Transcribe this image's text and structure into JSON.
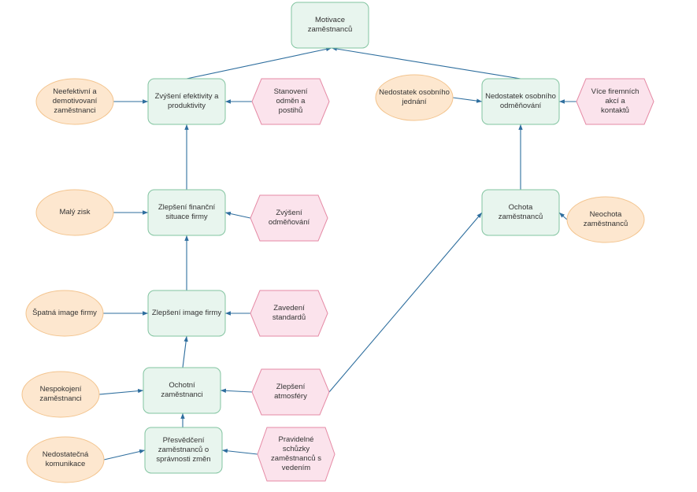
{
  "colors": {
    "goal_fill": "#e8f5ee",
    "goal_stroke": "#82c4a0",
    "cause_fill": "#fde7cf",
    "cause_stroke": "#f3c48e",
    "measure_fill": "#fbe3ec",
    "measure_stroke": "#e58aa5",
    "edge": "#2e6e9e"
  },
  "nodes": {
    "motivace": "Motivace\nzaměstnanců",
    "zvyseni_efektivity": "Zvýšení efektivity a\nproduktivity",
    "neefektivni": "Neefektivní a\ndemotivovaní\nzaměstnanci",
    "stanoveni_odmen": "Stanovení odměn a\npostihů",
    "nedostatek_jednani": "Nedostatek osobního\njednání",
    "nedostatek_odmenovani": "Nedostatek osobního\nodměňování",
    "vice_akci": "Více firemních akcí a\nkontaktů",
    "maly_zisk": "Malý zisk",
    "zlepseni_financni": "Zlepšení finanční\nsituace firmy",
    "zvyseni_odmenovani": "Zvýšení odměňování",
    "ochota": "Ochota\nzaměstnanců",
    "neochota": "Neochota\nzaměstnanců",
    "spatna_image": "Špatná image firmy",
    "zlepseni_image": "Zlepšení image firmy",
    "zavedeni_standardu": "Zavedení standardů",
    "nespokojeni": "Nespokojení\nzaměstnanci",
    "ochotni": "Ochotní\nzaměstnanci",
    "zlepseni_atmosfery": "Zlepšení atmosféry",
    "nedostatecna_komunikace": "Nedostatečná\nkomunikace",
    "presvedceni": "Přesvědčení\nzaměstnanců o\nsprávnosti změn",
    "pravidelne_schuzky": "Pravidelné schůzky\nzaměstnanců s\nvedením"
  }
}
